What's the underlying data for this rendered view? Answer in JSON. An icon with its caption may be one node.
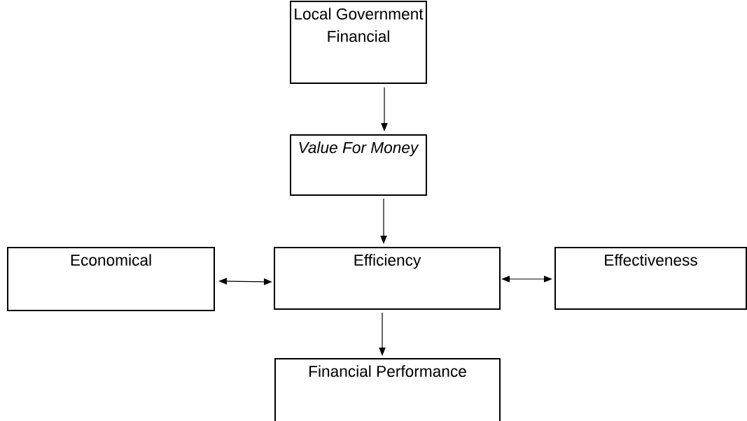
{
  "diagram": {
    "nodes": [
      {
        "text": [
          "Local Government Financial"
        ]
      },
      {
        "text": [
          "*Value For Money*"
        ]
      },
      {
        "text": [
          "Economical"
        ]
      },
      {
        "text": [
          "Efficiency"
        ]
      },
      {
        "text": [
          "Effectiveness"
        ]
      },
      {
        "text": [
          "Financial Performance"
        ]
      }
    ],
    "edges": [
      {
        "from": 0,
        "to": 1,
        "arrow": "to"
      },
      {
        "from": 1,
        "to": 3,
        "arrow": "to"
      },
      {
        "from": 2,
        "to": 3,
        "arrow": "both"
      },
      {
        "from": 3,
        "to": 4,
        "arrow": "both"
      },
      {
        "from": 3,
        "to": 5,
        "arrow": "to"
      }
    ]
  }
}
